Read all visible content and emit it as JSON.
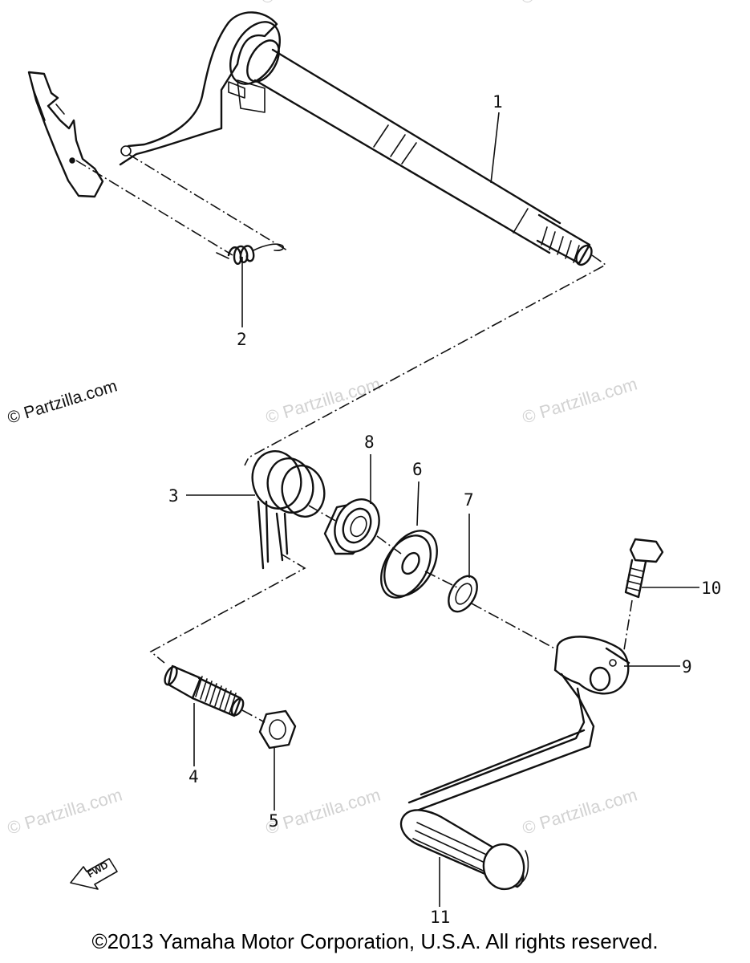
{
  "callouts": {
    "p1": "1",
    "p2": "2",
    "p3": "3",
    "p4": "4",
    "p5": "5",
    "p6": "6",
    "p7": "7",
    "p8": "8",
    "p9": "9",
    "p10": "10",
    "p11": "11"
  },
  "watermark": "© Partzilla.com",
  "fwd_label": "FWD",
  "copyright": "©2013  Yamaha Motor Corporation, U.S.A. All rights reserved."
}
